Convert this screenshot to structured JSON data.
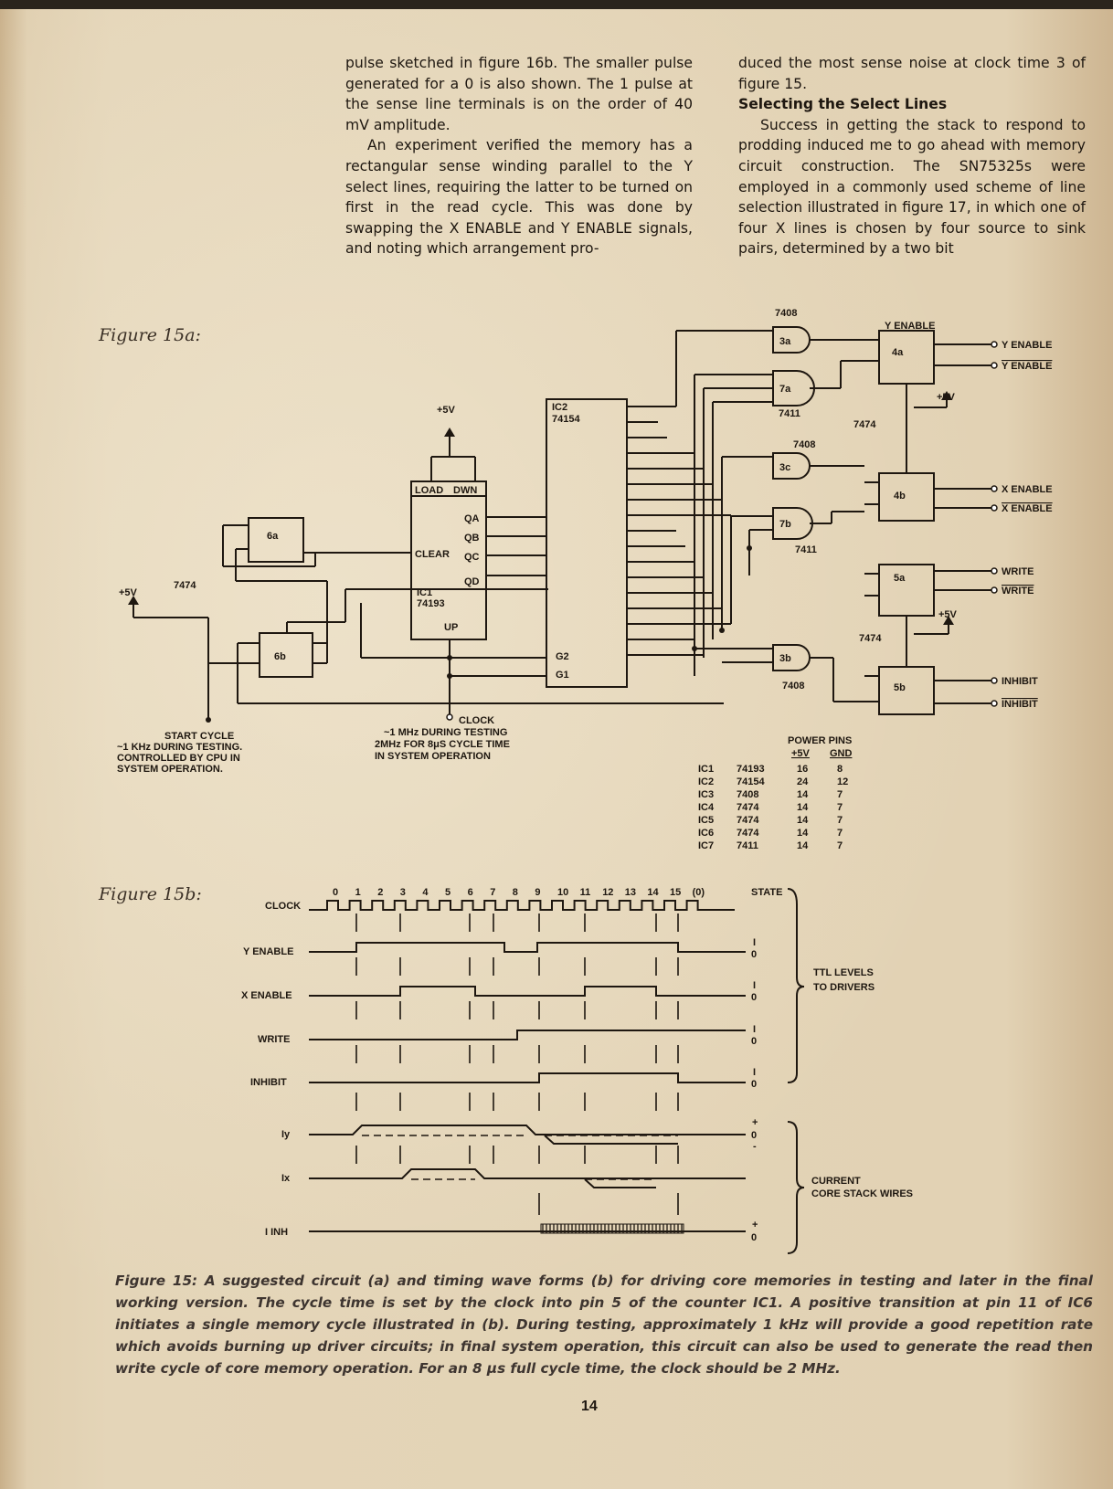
{
  "text": {
    "col1_p1": "pulse sketched in figure 16b. The smaller pulse generated for a 0 is also shown. The 1 pulse at the sense line terminals is on the order of 40 mV amplitude.",
    "col1_p2": "An experiment verified the memory has a rectangular sense winding parallel to the Y select lines, requiring the latter to be turned on first in the read cycle. This was done by swapping the X ENABLE and Y ENABLE signals, and noting which arrangement pro-",
    "col2_p1": "duced the most sense noise at clock time 3 of figure 15.",
    "col2_heading": "Selecting the Select Lines",
    "col2_p2": "Success in getting the stack to respond to prodding induced me to go ahead with memory circuit construction. The SN75325s were employed in a commonly used scheme of line selection illustrated in figure 17, in which one of four X lines is chosen by four source to sink pairs, determined by a two bit"
  },
  "figure15a": {
    "label": "Figure 15a:",
    "plus5v": "+5V",
    "ic2_name": "IC2",
    "ic2_part": "74154",
    "ic1_name": "IC1",
    "ic1_part": "74193",
    "load": "LOAD",
    "dwn": "DWN",
    "clear": "CLEAR",
    "up": "UP",
    "qa": "QA",
    "qb": "QB",
    "qc": "QC",
    "qd": "QD",
    "g2": "G2",
    "g1": "G1",
    "chip_7474": "7474",
    "chip_7408": "7408",
    "chip_7411": "7411",
    "gate_3a": "3a",
    "gate_3b": "3b",
    "gate_3c": "3c",
    "gate_7a": "7a",
    "gate_7b": "7b",
    "ff_6a": "6a",
    "ff_6b": "6b",
    "ff_4a": "4a",
    "ff_4b": "4b",
    "ff_5a": "5a",
    "ff_5b": "5b",
    "y_enable_block": "Y ENABLE",
    "out_y_enable": "Y ENABLE",
    "out_y_enable_bar": "Y ENABLE",
    "out_x_enable": "X ENABLE",
    "out_x_enable_bar": "X ENABLE",
    "out_write": "WRITE",
    "out_write_bar": "WRITE",
    "out_inhibit": "INHIBIT",
    "out_inhibit_bar": "INHIBIT",
    "start_cycle_note": [
      "START CYCLE",
      "~1 KHz DURING TESTING.",
      "CONTROLLED BY CPU IN",
      "SYSTEM OPERATION."
    ],
    "clock_note": [
      "CLOCK",
      "~1 MHz DURING TESTING",
      "2MHz FOR 8μS CYCLE TIME",
      "IN SYSTEM OPERATION"
    ],
    "power_pins_title": "POWER PINS",
    "power_headers": [
      "+5V",
      "GND"
    ],
    "power_rows": [
      [
        "IC1",
        "74193",
        "16",
        "8"
      ],
      [
        "IC2",
        "74154",
        "24",
        "12"
      ],
      [
        "IC3",
        "7408",
        "14",
        "7"
      ],
      [
        "IC4",
        "7474",
        "14",
        "7"
      ],
      [
        "IC5",
        "7474",
        "14",
        "7"
      ],
      [
        "IC6",
        "7474",
        "14",
        "7"
      ],
      [
        "IC7",
        "7411",
        "14",
        "7"
      ]
    ]
  },
  "figure15b": {
    "label": "Figure 15b:",
    "state_numbers": [
      "0",
      "1",
      "2",
      "3",
      "4",
      "5",
      "6",
      "7",
      "8",
      "9",
      "10",
      "11",
      "12",
      "13",
      "14",
      "15",
      "(0)"
    ],
    "state_label": "STATE",
    "signals": [
      "CLOCK",
      "Y ENABLE",
      "X ENABLE",
      "WRITE",
      "INHIBIT",
      "Iy",
      "Ix",
      "I INH"
    ],
    "ttl_note": [
      "TTL LEVELS",
      "TO DRIVERS"
    ],
    "current_note": [
      "CURRENT",
      "CORE STACK WIRES"
    ]
  },
  "caption": "Figure 15: A suggested circuit (a) and timing wave forms (b) for driving core memories in testing and later in the final working version. The cycle time is set by the clock into pin 5 of the counter IC1. A positive transition at pin 11 of IC6 initiates a single memory cycle illustrated in (b). During testing, approximately 1 kHz will provide a good repetition rate which avoids burning up driver circuits; in final system operation, this circuit can also be used to generate the read then write cycle of core memory operation. For an 8 μs full cycle time, the clock should be 2 MHz.",
  "page_number": "14"
}
